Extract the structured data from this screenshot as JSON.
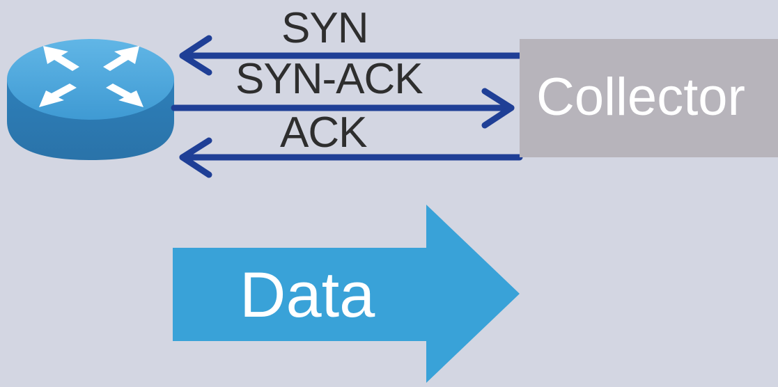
{
  "messages": {
    "syn": "SYN",
    "syn_ack": "SYN-ACK",
    "ack": "ACK"
  },
  "collector": {
    "label": "Collector"
  },
  "data_flow": {
    "label": "Data"
  },
  "colors": {
    "background": "#d3d6e2",
    "arrow": "#1f3f96",
    "router_top": "#4aa6dc",
    "router_side": "#2f7fb8",
    "collector_box": "#b7b4bb",
    "data_arrow": "#39a2d8"
  },
  "icons": {
    "router": "router-icon"
  }
}
